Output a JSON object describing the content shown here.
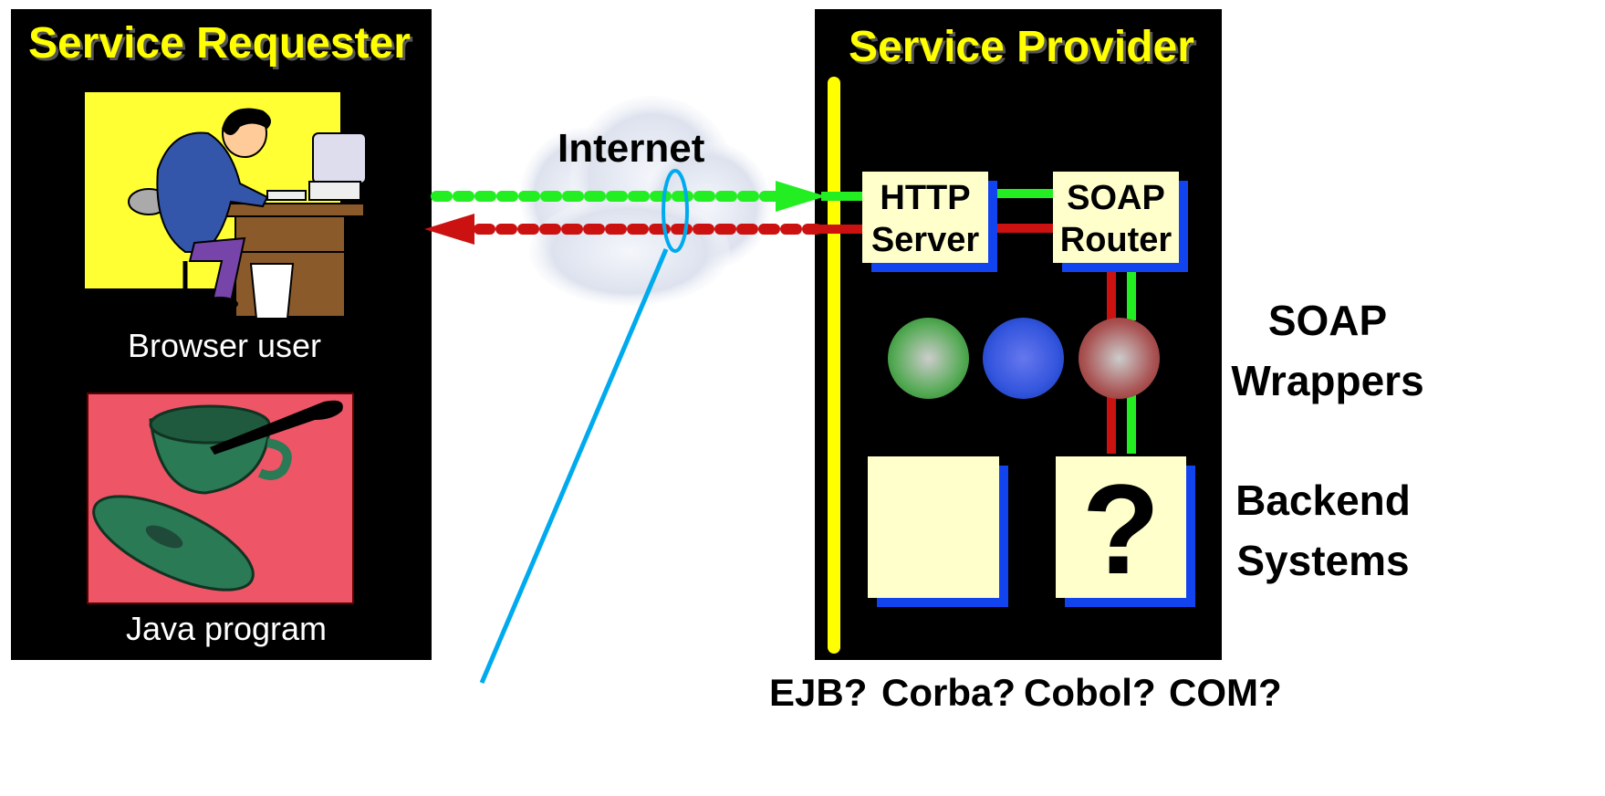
{
  "requester": {
    "title": "Service Requester",
    "browser_caption": "Browser user",
    "java_caption": "Java program"
  },
  "network": {
    "label": "Internet"
  },
  "provider": {
    "title": "Service Provider",
    "http_server": "HTTP\nServer",
    "soap_router": "SOAP\nRouter",
    "backend_glyph": "?"
  },
  "side_labels": {
    "soap_wrappers": "SOAP\nWrappers",
    "backend_systems": "Backend\nSystems"
  },
  "backend_options": [
    "EJB?",
    "Corba?",
    "Cobol?",
    "COM?"
  ],
  "colors": {
    "request_arrow": "#22ee22",
    "response_arrow": "#cc1111",
    "bus": "#ffff00",
    "title": "#ffff00",
    "pointer_line": "#00aaee"
  }
}
